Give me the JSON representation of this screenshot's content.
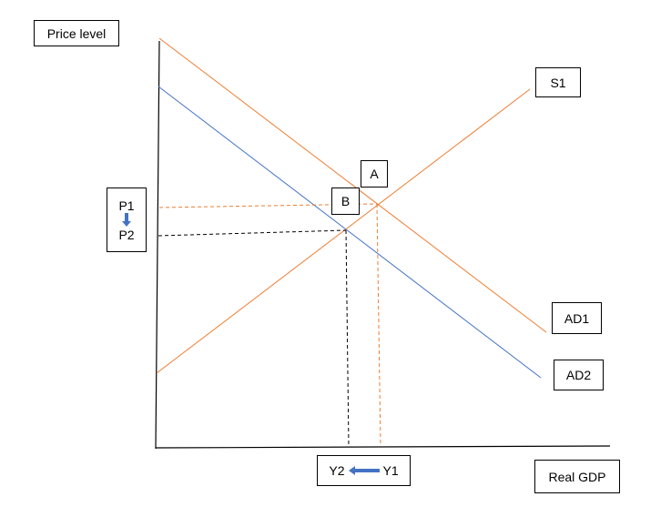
{
  "labels": {
    "y_axis": "Price level",
    "x_axis": "Real GDP",
    "supply": "S1",
    "demand1": "AD1",
    "demand2": "AD2",
    "point_a": "A",
    "point_b": "B",
    "price1": "P1",
    "price2": "P2",
    "output2": "Y2",
    "output1": "Y1"
  },
  "colors": {
    "orange": "#ED7D31",
    "blue": "#4472C4",
    "axis": "#000000",
    "arrow": "#4472C4"
  }
}
